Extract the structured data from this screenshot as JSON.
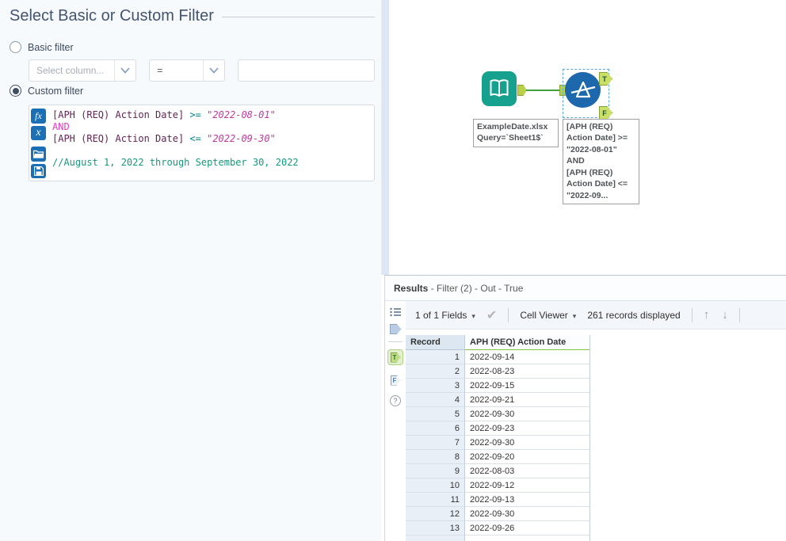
{
  "colors": {
    "accent_green": "#86c440",
    "filter_tool_blue": "#1d67ac",
    "input_tool_teal": "#16a08e",
    "wire_green": "#3fa23f",
    "editor_button_blue": "#1a6fb5"
  },
  "config": {
    "title": "Select Basic or Custom Filter",
    "basic": {
      "label": "Basic filter",
      "column_placeholder": "Select column...",
      "operator": "=",
      "value": ""
    },
    "custom": {
      "label": "Custom filter"
    },
    "expr": {
      "f1": "[APH (REQ) Action Date]",
      "op1": ">=",
      "s1": "\"2022-08-01\"",
      "and": "AND",
      "f2": "[APH (REQ) Action Date]",
      "op2": "<=",
      "s2": "\"2022-09-30\"",
      "comment": "//August 1, 2022 through September 30, 2022"
    }
  },
  "canvas": {
    "input_tool": {
      "annotation": "ExampleDate.xlsx\nQuery=`Sheet1$`"
    },
    "filter_tool": {
      "annotation": "[APH (REQ)\nAction Date] >=\n\"2022-08-01\"\nAND\n[APH (REQ)\nAction Date] <=\n\"2022-09...",
      "t_label": "T",
      "f_label": "F"
    }
  },
  "results": {
    "header": {
      "bold": "Results",
      "rest": " - Filter (2) - Out - True"
    },
    "toolbar": {
      "fields": "1 of 1 Fields",
      "cell_viewer": "Cell Viewer",
      "records": "261 records displayed"
    },
    "side": {
      "t_label": "T",
      "f_label": "F",
      "help": "?"
    },
    "table": {
      "col_record": "Record",
      "col_date": "APH (REQ) Action Date",
      "rows": [
        {
          "n": "1",
          "date": "2022-09-14"
        },
        {
          "n": "2",
          "date": "2022-08-23"
        },
        {
          "n": "3",
          "date": "2022-09-15"
        },
        {
          "n": "4",
          "date": "2022-09-21"
        },
        {
          "n": "5",
          "date": "2022-09-30"
        },
        {
          "n": "6",
          "date": "2022-09-23"
        },
        {
          "n": "7",
          "date": "2022-09-30"
        },
        {
          "n": "8",
          "date": "2022-09-20"
        },
        {
          "n": "9",
          "date": "2022-08-03"
        },
        {
          "n": "10",
          "date": "2022-09-12"
        },
        {
          "n": "11",
          "date": "2022-09-13"
        },
        {
          "n": "12",
          "date": "2022-09-30"
        },
        {
          "n": "13",
          "date": "2022-09-26"
        }
      ]
    }
  },
  "icons": {
    "caret_down": "▾",
    "check": "✔",
    "arrow_up": "↑",
    "arrow_down": "↓"
  }
}
